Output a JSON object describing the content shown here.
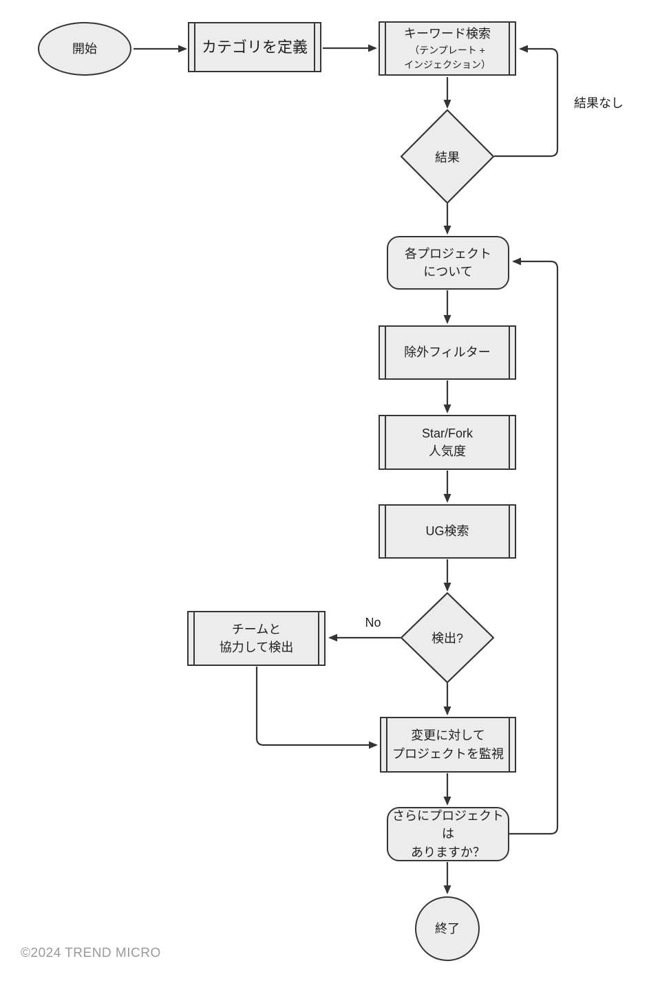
{
  "diagram": {
    "nodes": {
      "start": {
        "label": "開始"
      },
      "define_categories": {
        "label": "カテゴリを定義"
      },
      "keyword_search": {
        "line1": "キーワード検索",
        "line2": "（テンプレート +",
        "line3": "インジェクション）"
      },
      "result_decision": {
        "label": "結果"
      },
      "for_each_project": {
        "line1": "各プロジェクト",
        "line2": "について"
      },
      "exclusion_filter": {
        "label": "除外フィルター"
      },
      "star_fork_popularity": {
        "line1": "Star/Fork",
        "line2": "人気度"
      },
      "ug_search": {
        "label": "UG検索"
      },
      "detected_decision": {
        "label": "検出?"
      },
      "team_detect": {
        "line1": "チームと",
        "line2": "協力して検出"
      },
      "monitor_projects": {
        "line1": "変更に対して",
        "line2": "プロジェクトを監視"
      },
      "more_projects": {
        "line1": "さらにプロジェクトは",
        "line2": "ありますか？"
      },
      "end": {
        "label": "終了"
      }
    },
    "edge_labels": {
      "no_results": "結果なし",
      "no": "No"
    },
    "colors": {
      "node_fill": "#ececec",
      "node_stroke": "#343434",
      "edge": "#343434",
      "text": "#1f1f1f",
      "muted_text": "#9a9a9a",
      "background": "#ffffff"
    }
  },
  "footer": {
    "copyright": "©2024 TREND MICRO"
  }
}
